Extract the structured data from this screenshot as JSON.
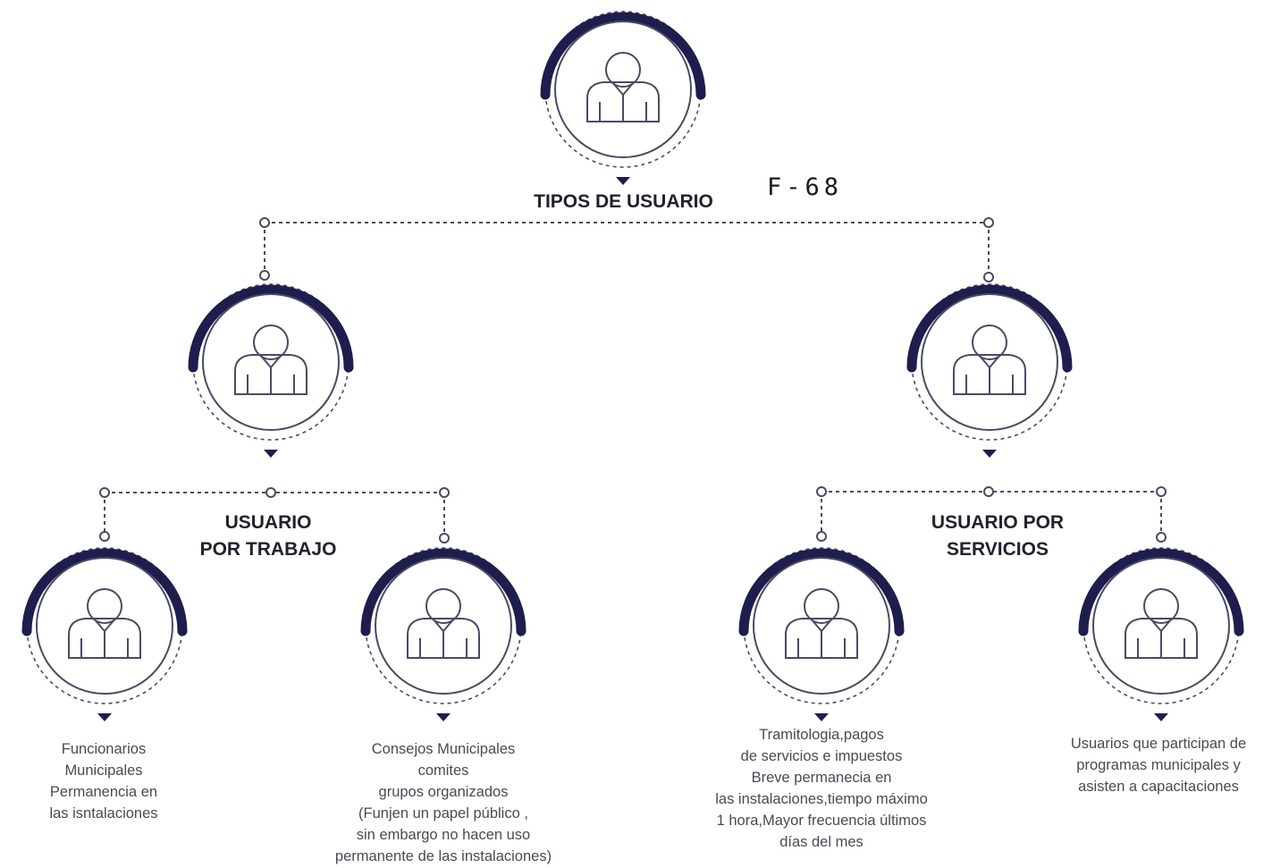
{
  "root": {
    "label": "TIPOS DE USUARIO",
    "icon": "user-icon"
  },
  "code": "F-68",
  "branches": [
    {
      "label_lines": [
        "USUARIO",
        "POR TRABAJO"
      ],
      "icon": "user-icon",
      "children": [
        {
          "icon": "user-icon",
          "lines": [
            "Funcionarios",
            "Municipales",
            "Permanencia en",
            "las isntalaciones"
          ]
        },
        {
          "icon": "user-icon",
          "lines": [
            "Consejos Municipales",
            "comites",
            "grupos organizados",
            "(Funjen un papel público ,",
            "sin embargo no hacen uso",
            "permanente de las instalaciones)"
          ]
        }
      ]
    },
    {
      "label_lines": [
        "USUARIO POR",
        "SERVICIOS"
      ],
      "icon": "user-icon",
      "children": [
        {
          "icon": "user-icon",
          "lines": [
            "Tramitologia,pagos",
            "de servicios e impuestos",
            "Breve permanecia en",
            "las instalaciones,tiempo máximo",
            "1 hora,Mayor frecuencia últimos",
            "días del mes"
          ]
        },
        {
          "icon": "user-icon",
          "lines": [
            "Usuarios que participan de",
            "programas municipales y",
            "asisten a capacitaciones"
          ]
        }
      ]
    }
  ],
  "colors": {
    "ring": "#1f1d4d",
    "line": "#4a4a66",
    "text": "#22222e"
  }
}
